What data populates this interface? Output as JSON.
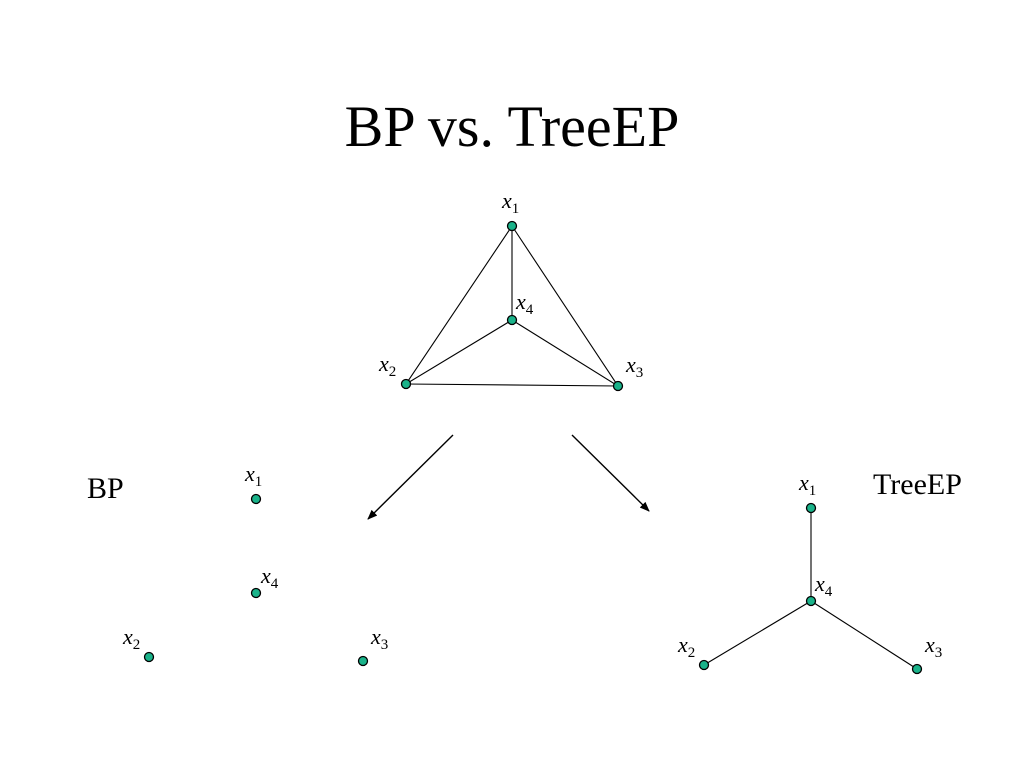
{
  "slide": {
    "title": "BP vs. TreeEP",
    "node_color": "#1ab38a",
    "labels": {
      "bp": "BP",
      "treeep": "TreeEP"
    },
    "variables": {
      "x1": {
        "base": "x",
        "sub": "1"
      },
      "x2": {
        "base": "x",
        "sub": "2"
      },
      "x3": {
        "base": "x",
        "sub": "3"
      },
      "x4": {
        "base": "x",
        "sub": "4"
      }
    }
  }
}
